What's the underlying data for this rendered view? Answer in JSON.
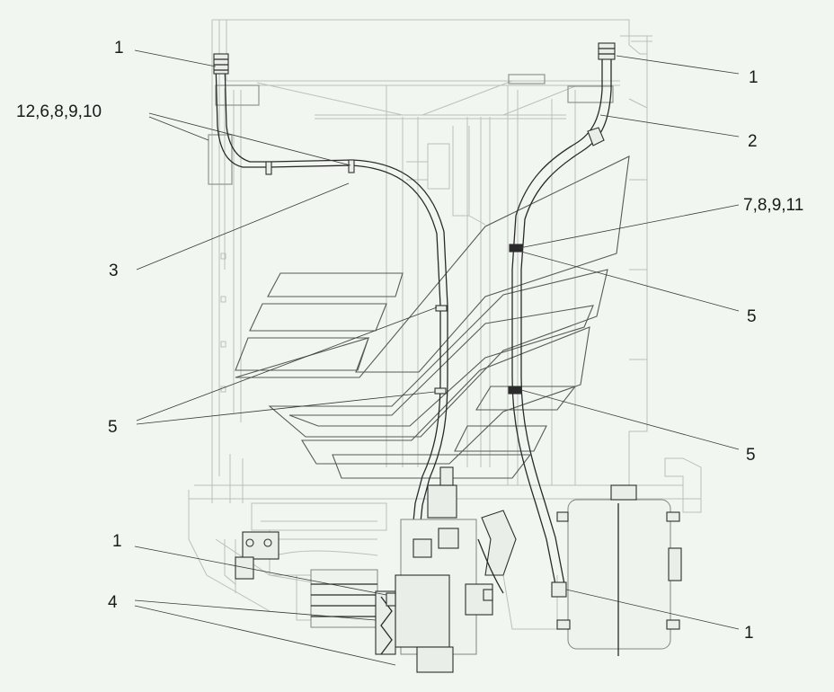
{
  "callouts": {
    "top_left_1": "1",
    "top_right_1": "1",
    "group_12_6_8_9_10": "12,6,8,9,10",
    "label_2": "2",
    "group_7_8_9_11": "7,8,9,11",
    "label_3": "3",
    "mid_right_5": "5",
    "left_5": "5",
    "lower_right_5": "5",
    "bottom_left_1": "1",
    "label_4": "4",
    "bottom_right_1": "1"
  }
}
